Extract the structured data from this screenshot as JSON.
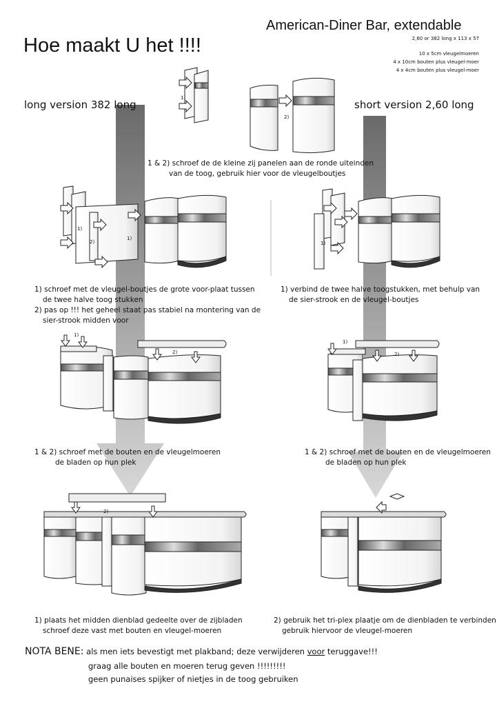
{
  "header": {
    "title_left": "Hoe maakt U het !!!!",
    "title_right": "American-Diner Bar, extendable",
    "dimensions": "2,60 or 382 long  x 113 x 57",
    "parts": [
      "10 x 5cm vleugelmoeren",
      "4 x 10cm bouten plus vleugel-moer",
      "4 x 4cm bouten plus vleugel-moer"
    ]
  },
  "sections": {
    "long": "long version   382 long",
    "short": "short version  2,60 long"
  },
  "step_top": {
    "labels": [
      "1)",
      "2)"
    ],
    "caption": [
      "1 & 2) schroef de de kleine zij panelen aan de ronde uiteinden",
      "van de toog, gebruik hier voor de vleugelboutjes"
    ]
  },
  "step_two_long": {
    "labels": [
      "1)",
      "2)",
      "1)"
    ],
    "caption": [
      "1) schroef met de vleugel-boutjes de grote voor-plaat tussen",
      "de twee halve toog stukken",
      "2) pas op !!! het geheel staat pas stabiel na montering van de",
      "sier-strook midden voor"
    ]
  },
  "step_two_short": {
    "labels": [
      "1)"
    ],
    "caption": [
      "1) verbind de twee halve toogstukken, met behulp van",
      "de sier-strook en de vleugel-boutjes"
    ]
  },
  "step_three": {
    "labels_long": [
      "1)",
      "2)"
    ],
    "labels_short": [
      "1)",
      "2)"
    ],
    "caption_long": [
      "1 & 2) schroef met de bouten en de vleugelmoeren",
      "de bladen op hun plek"
    ],
    "caption_short": [
      "1 & 2) schroef met de bouten en de vleugelmoeren",
      "de bladen op hun plek"
    ]
  },
  "step_four": {
    "labels_long": [
      "2)"
    ],
    "caption_long": [
      "1) plaats het midden dienblad gedeelte over de zijbladen",
      "schroef deze vast met bouten en   vleugel-moeren"
    ],
    "caption_short": [
      "2) gebruik het tri-plex plaatje om de dienbladen te verbinden",
      "gebruik hiervoor de vleugel-moeren"
    ]
  },
  "nota": {
    "head": "NOTA BENE:",
    "line1_a": "als men iets bevestigt met plakband; deze verwijderen ",
    "line1_u": "voor",
    "line1_b": " teruggave!!!",
    "line2": "graag alle bouten en moeren terug geven !!!!!!!!!",
    "line3": "geen punaises spijker of nietjes in de toog gebruiken"
  }
}
